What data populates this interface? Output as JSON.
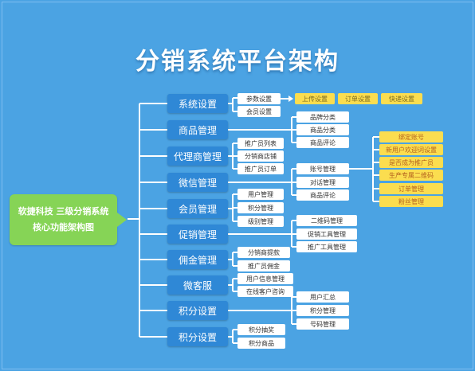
{
  "title": "分销系统平台架构",
  "root": {
    "line1": "软捷科技 三级分销系统",
    "line2": "核心功能架构图"
  },
  "modules": [
    {
      "label": "系统设置",
      "subs": [
        "参数设置",
        "会员设置"
      ]
    },
    {
      "label": "商品管理",
      "subs": [
        "品牌分类",
        "商品分类",
        "商品评论"
      ]
    },
    {
      "label": "代理商管理",
      "subs": [
        "推广员列表",
        "分销商店铺",
        "推广员订单"
      ]
    },
    {
      "label": "微信管理",
      "subs": [
        "账号管理",
        "对话管理",
        "商品评论"
      ]
    },
    {
      "label": "会员管理",
      "subs": [
        "用户管理",
        "积分管理",
        "级别管理"
      ]
    },
    {
      "label": "促销管理",
      "subs": [
        "二维码管理",
        "促销工具管理",
        "推广工具管理"
      ]
    },
    {
      "label": "佣金管理",
      "subs": [
        "分销商提款",
        "推广员佣金"
      ]
    },
    {
      "label": "微客服",
      "subs": [
        "用户信息管理",
        "在线客户咨询"
      ]
    },
    {
      "label": "积分设置",
      "subs": [
        "用户汇总",
        "积分管理",
        "号码管理"
      ]
    },
    {
      "label": "积分设置",
      "subs": [
        "积分抽奖",
        "积分商品"
      ]
    }
  ],
  "param_settings": [
    "上传设置",
    "订单设置",
    "快递设置"
  ],
  "wechat_account": [
    "绑定账号",
    "新用户欢迎词设置",
    "是否成为推广员",
    "生产专属二维码",
    "订单管理",
    "粉丝管理"
  ]
}
